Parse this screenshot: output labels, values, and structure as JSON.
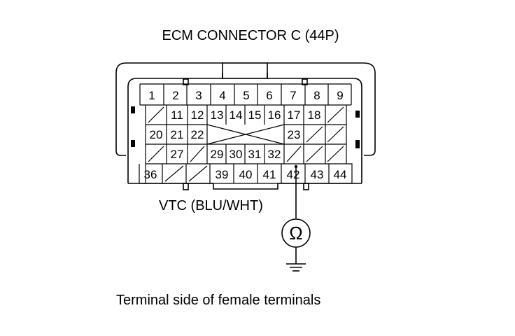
{
  "title": "ECM CONNECTOR C (44P)",
  "wire_label": "VTC (BLU/WHT)",
  "meter_symbol": "Ω",
  "caption": "Terminal side of female terminals",
  "colors": {
    "line": "#000000",
    "background": "#ffffff"
  },
  "pins": [
    {
      "num": 1,
      "label": "1"
    },
    {
      "num": 2,
      "label": "2"
    },
    {
      "num": 3,
      "label": "3"
    },
    {
      "num": 4,
      "label": "4"
    },
    {
      "num": 5,
      "label": "5"
    },
    {
      "num": 6,
      "label": "6"
    },
    {
      "num": 7,
      "label": "7"
    },
    {
      "num": 8,
      "label": "8"
    },
    {
      "num": 9,
      "label": "9"
    },
    {
      "num": 11,
      "label": "11"
    },
    {
      "num": 12,
      "label": "12"
    },
    {
      "num": 13,
      "label": "13"
    },
    {
      "num": 14,
      "label": "14"
    },
    {
      "num": 15,
      "label": "15"
    },
    {
      "num": 16,
      "label": "16"
    },
    {
      "num": 17,
      "label": "17"
    },
    {
      "num": 18,
      "label": "18"
    },
    {
      "num": 20,
      "label": "20"
    },
    {
      "num": 21,
      "label": "21"
    },
    {
      "num": 22,
      "label": "22"
    },
    {
      "num": 23,
      "label": "23"
    },
    {
      "num": 27,
      "label": "27"
    },
    {
      "num": 29,
      "label": "29"
    },
    {
      "num": 30,
      "label": "30"
    },
    {
      "num": 31,
      "label": "31"
    },
    {
      "num": 32,
      "label": "32"
    },
    {
      "num": 36,
      "label": "36"
    },
    {
      "num": 39,
      "label": "39"
    },
    {
      "num": 40,
      "label": "40"
    },
    {
      "num": 41,
      "label": "41"
    },
    {
      "num": 42,
      "label": "42"
    },
    {
      "num": 43,
      "label": "43"
    },
    {
      "num": 44,
      "label": "44"
    }
  ],
  "probe_terminal": "42"
}
